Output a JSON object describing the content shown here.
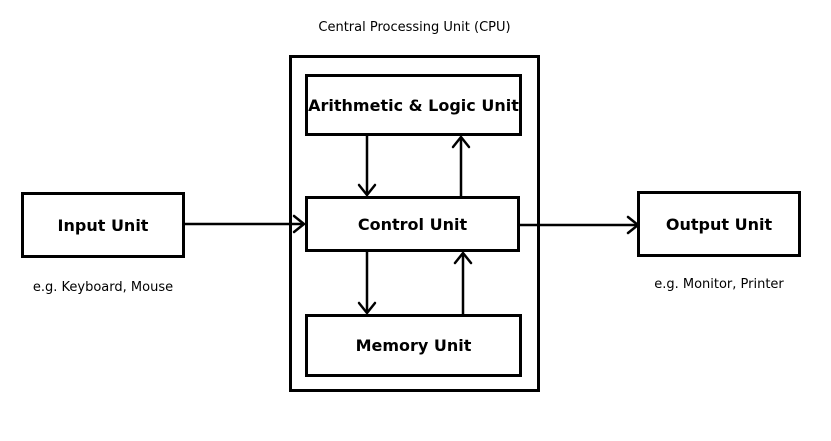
{
  "cpu": {
    "title": "Central Processing Unit (CPU)"
  },
  "units": {
    "alu": "Arithmetic & Logic Unit",
    "control": "Control Unit",
    "memory": "Memory Unit",
    "input": "Input Unit",
    "output": "Output Unit"
  },
  "examples": {
    "input": "e.g. Keyboard, Mouse",
    "output": "e.g. Monitor, Printer"
  }
}
